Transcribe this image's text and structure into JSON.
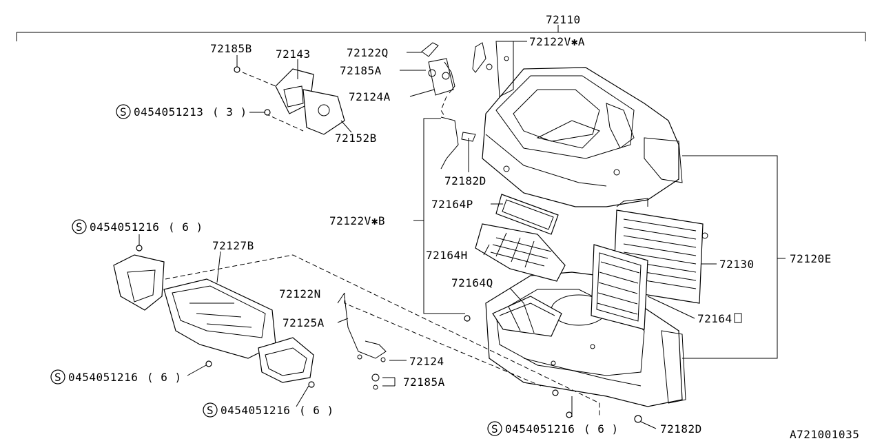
{
  "diagram": {
    "assembly_number": "72110",
    "figure_code": "A721001035",
    "labels": {
      "p72185b": "72185B",
      "p72143": "72143",
      "bolt_top": "0454051213",
      "p72152b": "72152B",
      "p72122q": "72122Q",
      "p72185a_top": "72185A",
      "p72124a": "72124A",
      "p72122va": "72122V✱A",
      "p72182d_top": "72182D",
      "p72164p": "72164P",
      "p72122vb": "72122V✱B",
      "p72164h": "72164H",
      "p72164q": "72164Q",
      "p72130": "72130",
      "p72120e": "72120E",
      "p72164o": "72164",
      "bolt_left": "0454051216",
      "p72127b": "72127B",
      "p72122n": "72122N",
      "p72125a": "72125A",
      "p72124": "72124",
      "p72185a_bot": "72185A",
      "bolt_lower_left": "0454051216",
      "bolt_lower_mid": "0454051216",
      "bolt_bottom": "0454051216",
      "p72182d_bot": "72182D"
    },
    "bolt_qty": {
      "bolt_top": "( 3 )",
      "bolt_left": "( 6 )",
      "bolt_lower_left": "( 6 )",
      "bolt_lower_mid": "( 6 )",
      "bolt_bottom": "( 6 )"
    },
    "symbol_s": "S"
  }
}
